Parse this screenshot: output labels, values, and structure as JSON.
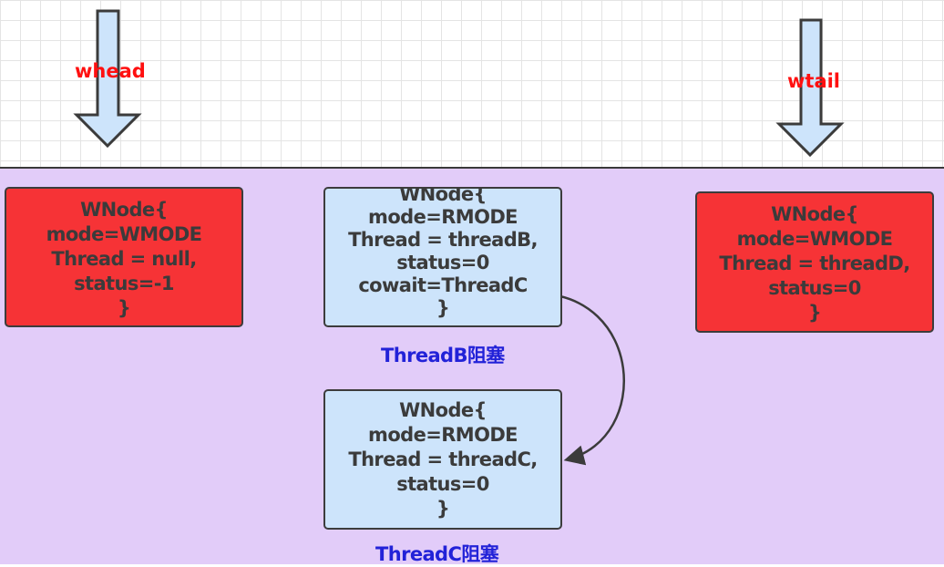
{
  "pointers": {
    "head": "whead",
    "tail": "wtail"
  },
  "nodes": [
    {
      "id": "head-node",
      "color": "#f63336",
      "lines": [
        "WNode{",
        "mode=WMODE",
        "Thread = null,",
        "status=-1",
        "}"
      ]
    },
    {
      "id": "thread-b-node",
      "color": "#cde4fb",
      "lines": [
        "WNode{",
        "mode=RMODE",
        "Thread = threadB,",
        "status=0",
        "cowait=ThreadC",
        "}"
      ]
    },
    {
      "id": "tail-node",
      "color": "#f63336",
      "lines": [
        "WNode{",
        "mode=WMODE",
        "Thread = threadD,",
        "status=0",
        "}"
      ]
    },
    {
      "id": "thread-c-node",
      "color": "#cde4fb",
      "lines": [
        "WNode{",
        "mode=RMODE",
        "Thread = threadC,",
        "status=0",
        "}"
      ]
    }
  ],
  "captions": {
    "thread_b": "ThreadB阻塞",
    "thread_c": "ThreadC阻塞"
  },
  "colors": {
    "queue_background": "#e2ccf9",
    "arrow_fill": "#cde4fb",
    "pointer_label": "#ff1010",
    "caption": "#2222d8"
  }
}
